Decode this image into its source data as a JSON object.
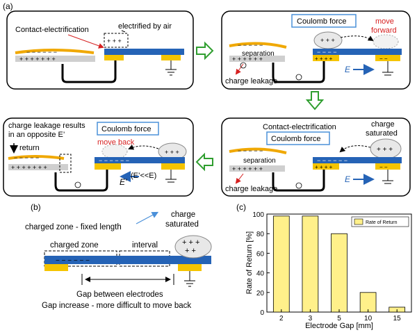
{
  "panel_a": {
    "label": "(a)",
    "step1": {
      "contact_electrification": "Contact-electrification",
      "electrified_by_air": "electrified by air"
    },
    "step2": {
      "coulomb_force": "Coulomb force",
      "move_forward_1": "move",
      "move_forward_2": "forward",
      "separation": "separation",
      "charge_leakage": "charge leakage",
      "e_label": "E"
    },
    "step3": {
      "contact_electrification": "Contact-electrification",
      "coulomb_force": "Coulomb force",
      "charge_saturated_1": "charge",
      "charge_saturated_2": "saturated",
      "separation": "separation",
      "charge_leakage": "charge leakage",
      "e_label": "E"
    },
    "step4": {
      "leak_note_1": "charge leakage results",
      "leak_note_2": "in an opposite E’",
      "return": "return",
      "coulomb_force": "Coulomb force",
      "move_back": "move back",
      "e_prime": "E’",
      "e_compare": "(E’<<E)"
    }
  },
  "panel_b": {
    "label": "(b)",
    "fixed_length": "charged zone  -  fixed length",
    "charge_saturated_1": "charge",
    "charge_saturated_2": "saturated",
    "charged_zone": "charged zone",
    "interval": "interval",
    "gap_between": "Gap between electrodes",
    "gap_increase": "Gap increase  -  more difficult to move back"
  },
  "panel_c": {
    "label": "(c)"
  },
  "colors": {
    "dielectric_blue": "#2563b6",
    "electrode_yellow": "#f5c400",
    "film_orange": "#f0a800",
    "arrow_green": "#2f9e2f",
    "accent_red": "#d62020",
    "box_blue": "#4a90d9"
  },
  "chart_data": {
    "type": "bar",
    "categories": [
      "2",
      "3",
      "5",
      "10",
      "15"
    ],
    "values": [
      98,
      98,
      80,
      20,
      5
    ],
    "legend": "Rate of Return",
    "legend_position": "top-right",
    "xlabel": "Electrode Gap [mm]",
    "ylabel": "Rate of Return [%]",
    "ylim": [
      0,
      100
    ],
    "yticks": [
      "0",
      "20",
      "40",
      "60",
      "80",
      "100"
    ],
    "bar_color": "#fff08a",
    "grid": false
  }
}
